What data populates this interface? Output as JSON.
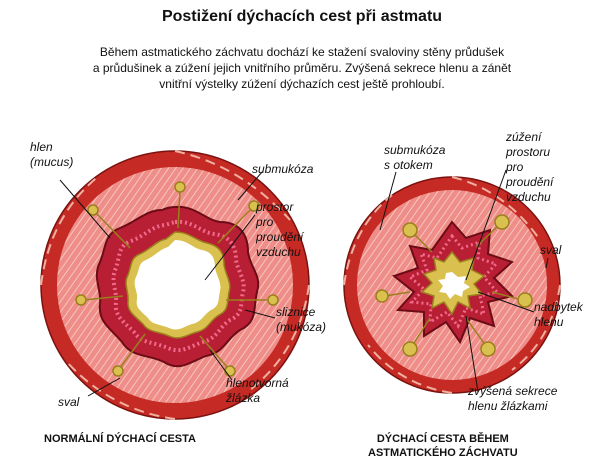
{
  "title": "Postižení dýchacích cest při astmatu",
  "intro": [
    "Během astmatického záchvatu dochází ke stažení svaloviny stěny průdušek",
    "a průdušinek a zúžení jejich vnitřního průměru. Zvýšená sekrece hlenu a zánět",
    "vnitřní výstelky zúžení dýchazích cest ještě prohloubí."
  ],
  "normal": {
    "caption": "NORMÁLNÍ DÝCHACÍ CESTA",
    "labels": {
      "mucus": [
        "hlen",
        "(mucus)"
      ],
      "submucosa": [
        "submukóza"
      ],
      "airspace": [
        "prostor",
        "pro",
        "proudění",
        "vzduchu"
      ],
      "mucosa": [
        "sliznice",
        "(mukóza)"
      ],
      "gland": [
        "hlenotvorná",
        "žlázka"
      ],
      "muscle": [
        "sval"
      ]
    }
  },
  "asthma": {
    "caption": [
      "DÝCHACÍ CESTA BĚHEM",
      "ASTMATICKÉHO ZÁCHVATU"
    ],
    "labels": {
      "submucosa": [
        "submukóza",
        "s otokem"
      ],
      "narrowed": [
        "zúžení",
        "prostoru",
        "pro",
        "proudění",
        "vzduchu"
      ],
      "muscle": [
        "sval"
      ],
      "excess": [
        "nadbytek",
        "hlenu"
      ],
      "secretion": [
        "zvýšená sekrece",
        "hlenu žlázkami"
      ]
    }
  },
  "colors": {
    "muscle": "#c62a24",
    "wall": "#ef8e88",
    "mucosa": "#c8243a",
    "mucus": "#d9c04f",
    "mucus_dark": "#9a7f1c"
  }
}
